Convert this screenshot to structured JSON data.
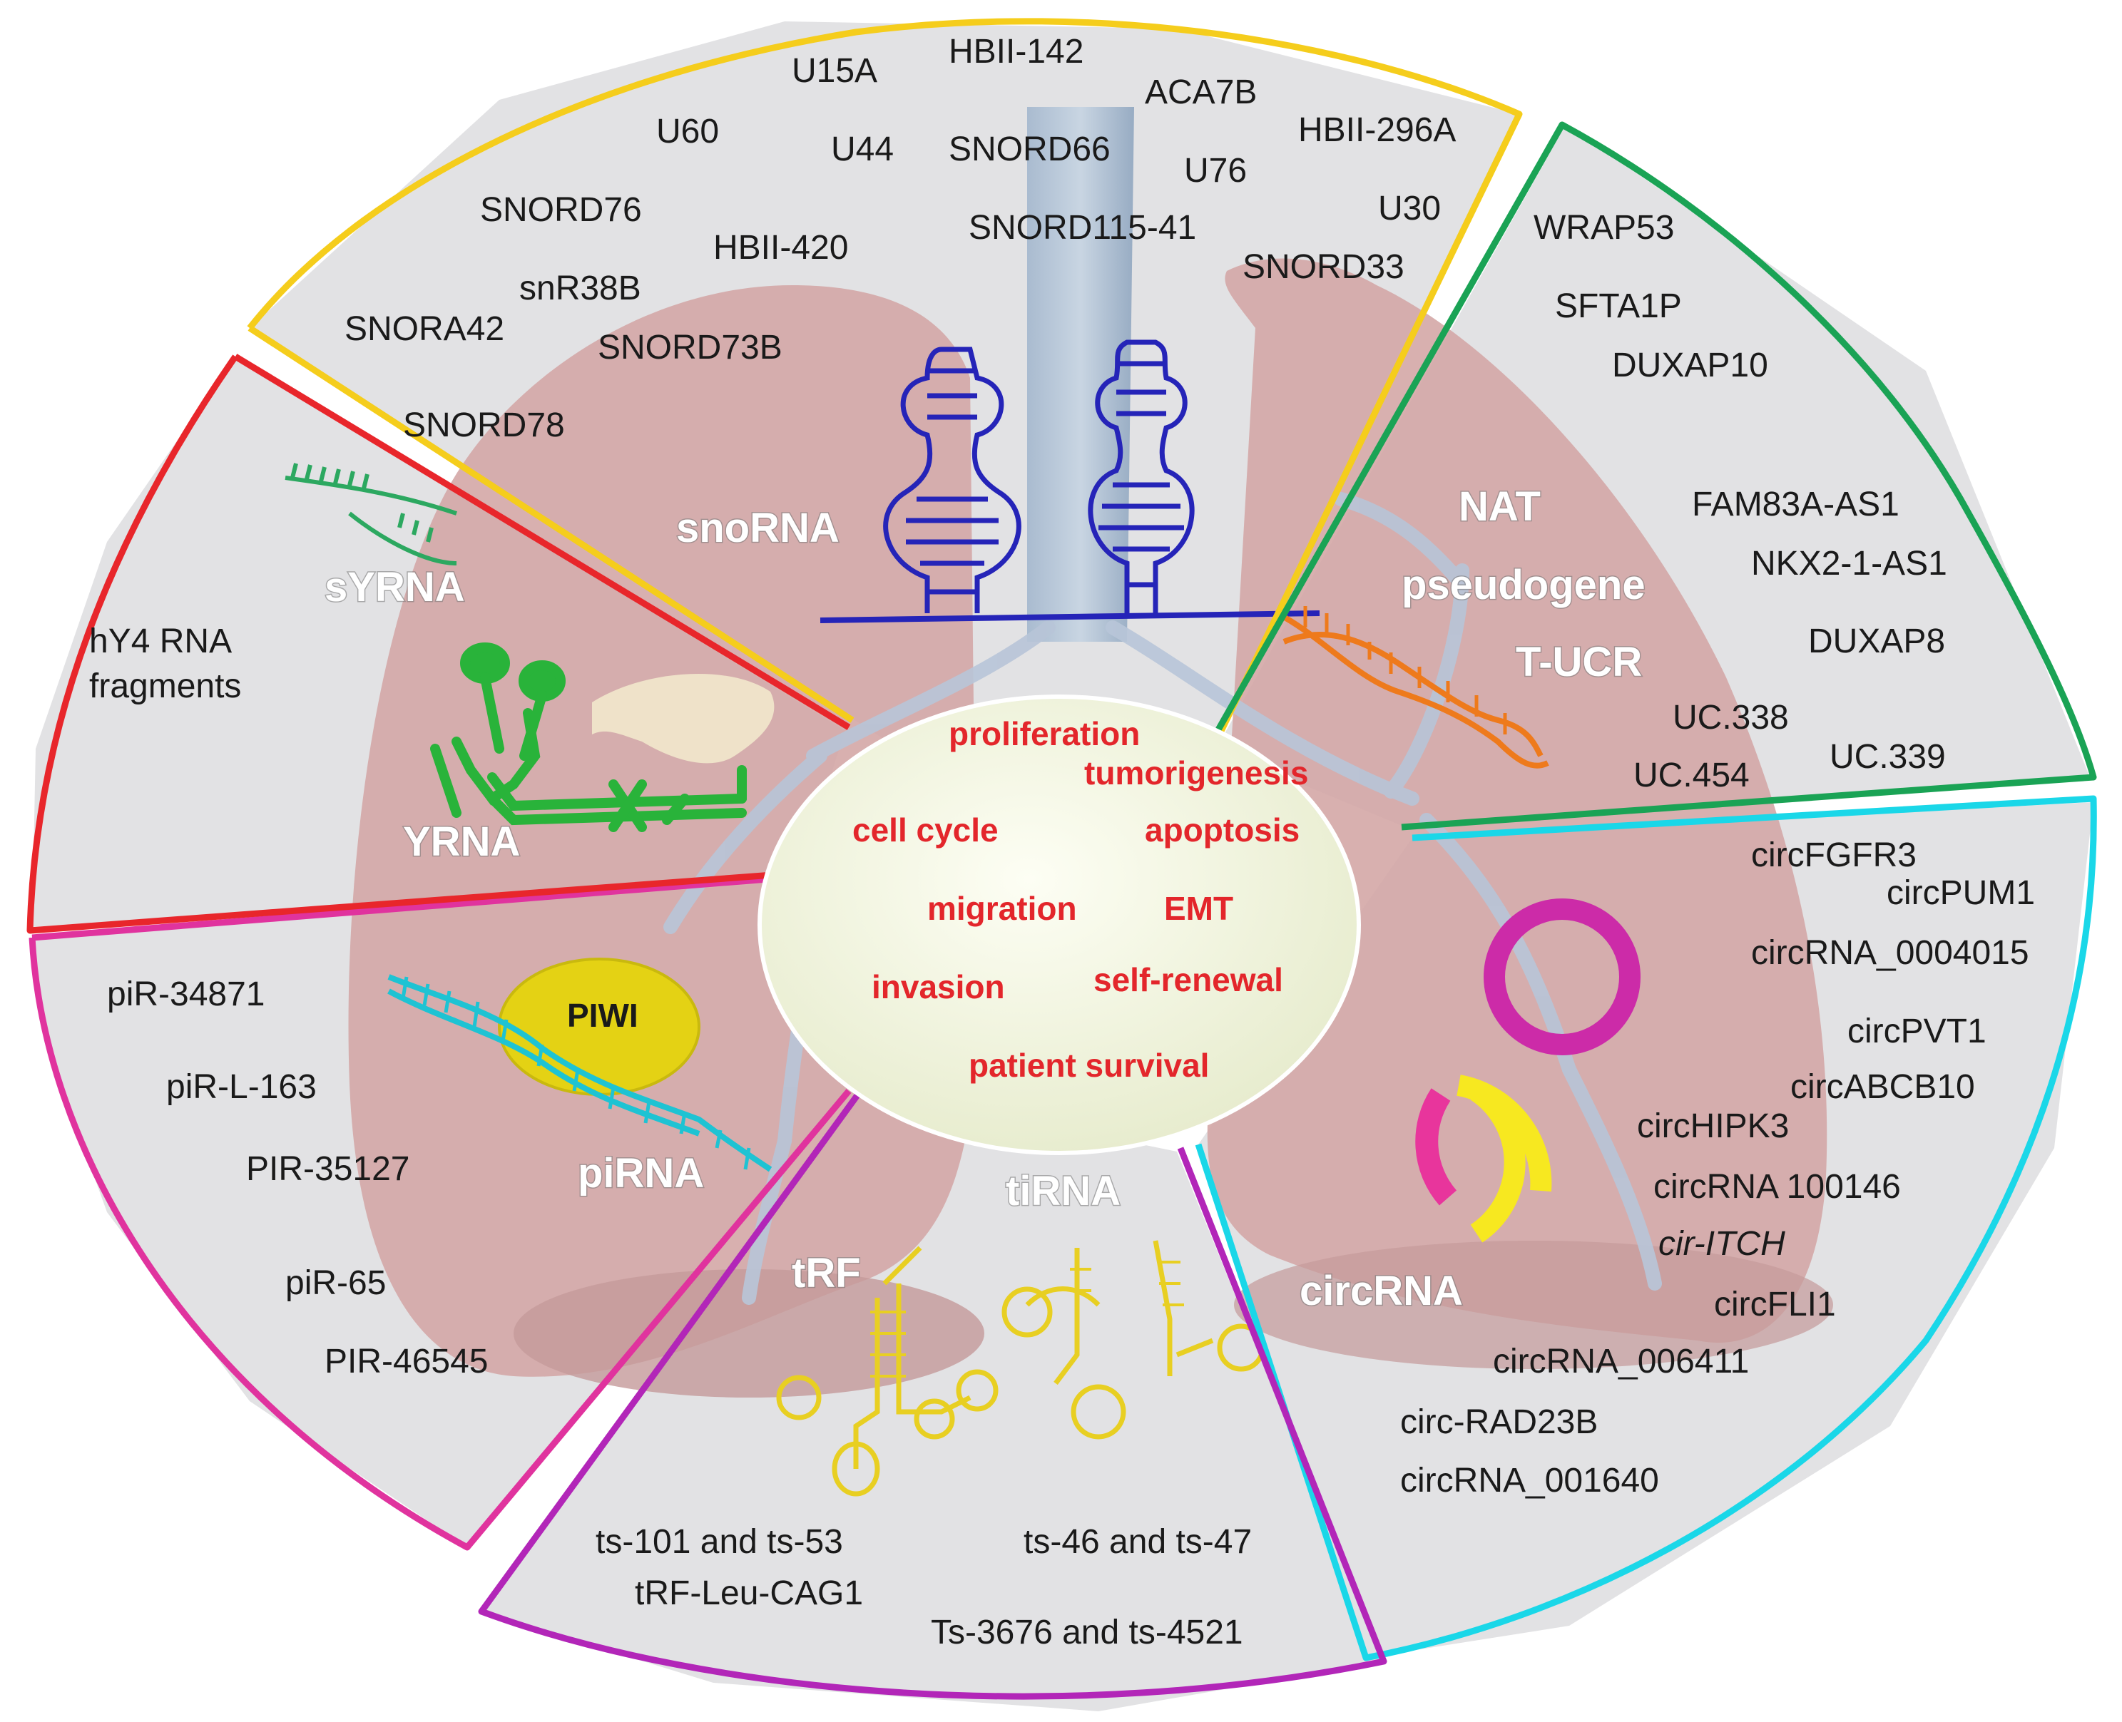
{
  "colors": {
    "snoRNA_border": "#f5cd1c",
    "lncRNA_border": "#1aa355",
    "circRNA_border": "#1ad7e8",
    "tsRNA_border": "#b226b8",
    "piRNA_border": "#e0339e",
    "YRNA_border": "#e8262b",
    "effect_text": "#e3262b",
    "sector_fill": "#e2e2e4",
    "center_fill": "#f1f4e2"
  },
  "center": {
    "effects": [
      "proliferation",
      "tumorigenesis",
      "cell cycle",
      "apoptosis",
      "migration",
      "EMT",
      "invasion",
      "self-renewal",
      "patient survival"
    ]
  },
  "sections": {
    "snoRNA": {
      "title": "snoRNA",
      "items": [
        "U15A",
        "HBII-142",
        "ACA7B",
        "U60",
        "U44",
        "SNORD66",
        "HBII-296A",
        "U76",
        "SNORD76",
        "U30",
        "SNORD115-41",
        "HBII-420",
        "snR38B",
        "SNORD33",
        "SNORA42",
        "SNORD73B",
        "SNORD78"
      ]
    },
    "lncRNA": {
      "labels": [
        "NAT",
        "pseudogene",
        "T-UCR"
      ],
      "items": [
        "WRAP53",
        "SFTA1P",
        "DUXAP10",
        "FAM83A-AS1",
        "NKX2-1-AS1",
        "DUXAP8",
        "UC.338",
        "UC.339",
        "UC.454"
      ]
    },
    "circRNA": {
      "title": "circRNA",
      "items": [
        "circFGFR3",
        "circPUM1",
        "circRNA_0004015",
        "circPVT1",
        "circABCB10",
        "circHIPK3",
        "circRNA 100146",
        "cir-ITCH",
        "circFLI1",
        "circRNA_006411",
        "circ-RAD23B",
        "circRNA_001640"
      ]
    },
    "tsRNA": {
      "labels": [
        "tRF",
        "tiRNA"
      ],
      "items": [
        "ts-101 and ts-53",
        "ts-46 and ts-47",
        "tRF-Leu-CAG1",
        "Ts-3676 and ts-4521"
      ]
    },
    "piRNA": {
      "title": "piRNA",
      "protein": "PIWI",
      "items": [
        "piR-34871",
        "piR-L-163",
        "PIR-35127",
        "piR-65",
        "PIR-46545"
      ]
    },
    "YRNA": {
      "title": "YRNA",
      "sub": "sYRNA",
      "items": [
        "hY4 RNA",
        "fragments"
      ]
    }
  }
}
